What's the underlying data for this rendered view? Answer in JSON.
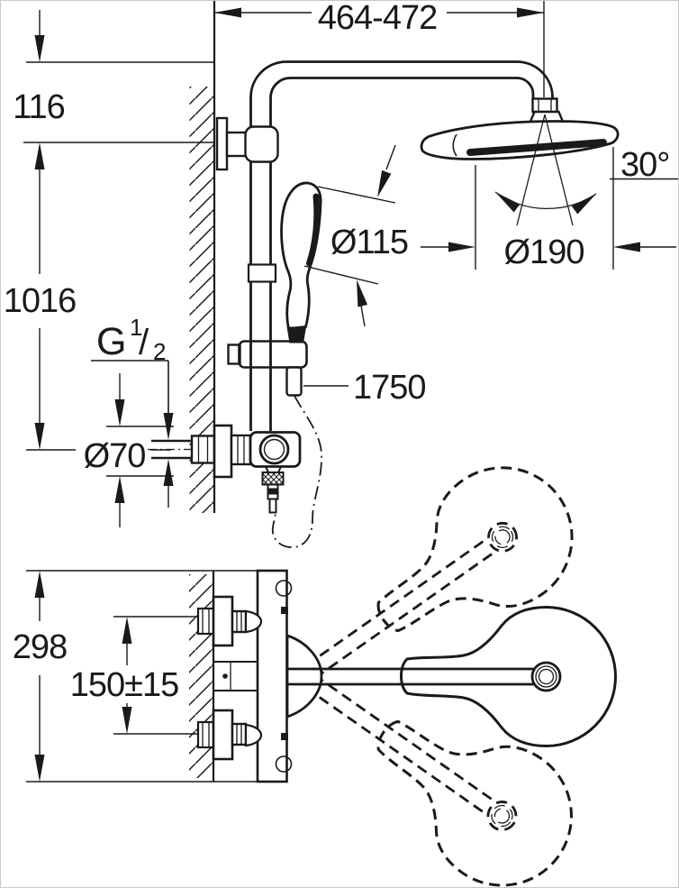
{
  "drawing": {
    "kind": "shower-system-installation-dimension-drawing",
    "labels": {
      "top_width": "464-472",
      "head_offset": "116",
      "rail_height": "1016",
      "thread_letter": "G",
      "thread_numerator": "1",
      "thread_slash": "/",
      "thread_denominator": "2",
      "escutcheon_diameter": "Ø70",
      "hose_length": "1750",
      "hand_shower_diameter": "Ø115",
      "head_shower_diameter": "Ø190",
      "swivel_angle": "30°",
      "body_width": "298",
      "inlet_spacing": "150±15"
    },
    "colors": {
      "ink": "#1a1a1a",
      "paper": "#ffffff"
    }
  }
}
